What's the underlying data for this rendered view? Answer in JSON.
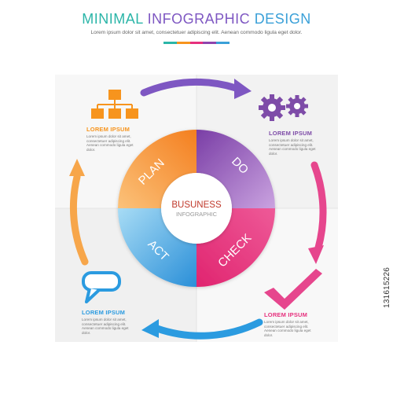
{
  "header": {
    "title_part1": "MINIMAL",
    "title_part2": "INFOGRAPHIC",
    "title_part3": "DESIGN",
    "subtitle": "Lorem ipsum dolor sit amet, consectetuer adipiscing elit. Aenean commodo ligula eget dolor."
  },
  "center": {
    "line1": "BUSUNESS",
    "line2": "INFOGRAPHIC"
  },
  "segments": [
    {
      "label": "PLAN",
      "color": "#f7941d",
      "color_light": "#fbb861"
    },
    {
      "label": "DO",
      "color": "#8e44ad",
      "color_light": "#b07cd0"
    },
    {
      "label": "CHECK",
      "color": "#e6307d",
      "color_light": "#f06aa3"
    },
    {
      "label": "ACT",
      "color": "#2b9be0",
      "color_light": "#7cc8f0"
    }
  ],
  "blocks": [
    {
      "heading": "LOREM IPSUM",
      "body": [
        "Lorem ipsum dolor sit amet,",
        "consectetuer adipiscing elit.",
        "Aenean commodo ligula eget",
        "dolor."
      ]
    },
    {
      "heading": "LOREM IPSUM",
      "body": [
        "Lorem ipsum dolor sit amet,",
        "consectetuer adipiscing elit.",
        "Aenean commodo ligula eget",
        "dolor."
      ]
    },
    {
      "heading": "LOREM IPSUM",
      "body": [
        "Lorem ipsum dolor sit amet,",
        "consectetuer adipiscing elit.",
        "Aenean commodo ligula eget",
        "dolor."
      ]
    },
    {
      "heading": "LOREM IPSUM",
      "body": [
        "Lorem ipsum dolor sit amet,",
        "consectetuer adipiscing elit.",
        "Aenean commodo ligula eget",
        "dolor."
      ]
    }
  ],
  "icons": [
    "org-chart-icon",
    "gears-icon",
    "checkmark-icon",
    "speech-bubble-icon"
  ],
  "accent_colors": {
    "teal": "#2bb5a8",
    "purple": "#7e57c2",
    "blue": "#3aa0d8",
    "orange": "#f7941d",
    "pink": "#e6307d"
  },
  "stock_id": "131615226"
}
